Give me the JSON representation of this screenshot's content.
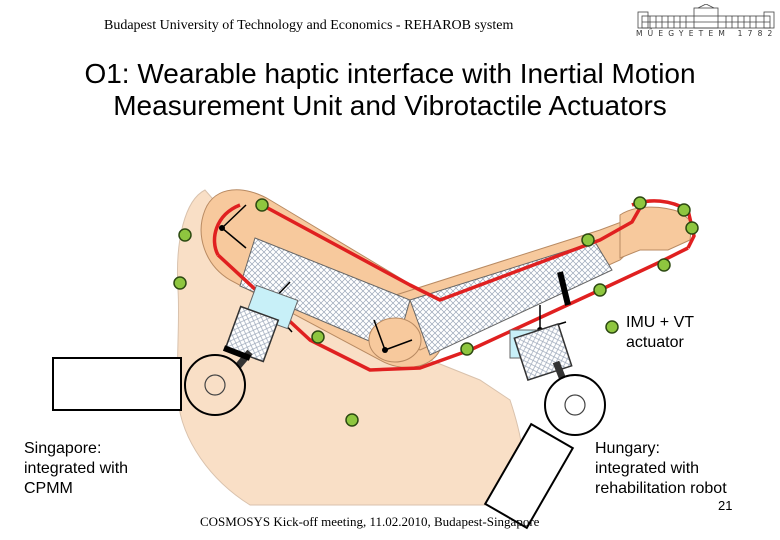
{
  "header": {
    "text": "Budapest University of Technology and Economics  -   REHAROB system",
    "logo_text": "MŰEGYETEM 1782"
  },
  "title": "O1: Wearable haptic interface with Inertial Motion Measurement Unit and Vibrotactile Actuators",
  "labels": {
    "imu": "IMU + VT\nactuator",
    "singapore": "Singapore:\nintegrated with\nCPMM",
    "hungary": "Hungary:\nintegrated with\nrehabilitation robot"
  },
  "page_number": "21",
  "footer": "COSMOSYS Kick-off meeting, 11.02.2010,  Budapest-Singapore",
  "colors": {
    "skin": "#f9dfc6",
    "arm": "#f7c99d",
    "sensor_line": "#e02020",
    "marker": "#8ec63f",
    "sensor_box": "#c8f0f8"
  }
}
